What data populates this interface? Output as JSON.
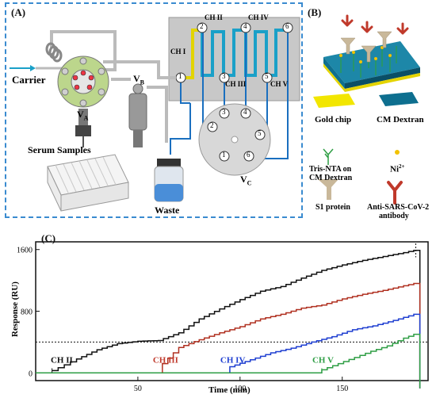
{
  "panel_a": {
    "label": "(A)",
    "carrier": "Carrier",
    "serum": "Serum Samples",
    "waste": "Waste",
    "va": "V",
    "va_sub": "A",
    "vb": "V",
    "vb_sub": "B",
    "vc": "V",
    "vc_sub": "C",
    "channels": [
      "CH I",
      "CH II",
      "CH III",
      "CH IV",
      "CH V"
    ],
    "port_numbers": [
      "1",
      "2",
      "3",
      "4",
      "5",
      "6"
    ]
  },
  "panel_b": {
    "label": "(B)",
    "legend": {
      "gold_chip": "Gold chip",
      "cm_dextran": "CM Dextran",
      "tris_nta_1": "Tris-NTA on",
      "tris_nta_2": "CM Dextran",
      "ni": "Ni",
      "ni_sup": "2+",
      "s1": "S1 protein",
      "antibody_1": "Anti-SARS-CoV-2",
      "antibody_2": "antibody"
    },
    "colors": {
      "gold": "#f2e600",
      "dextran": "#0e6f8f",
      "antibody": "#c0392b",
      "tris_nta": "#2e9e44",
      "s1": "#c9b89a",
      "ni": "#f2c200"
    }
  },
  "panel_c": {
    "label": "(C)",
    "ylabel": "Response (RU)",
    "xlabel": "Time (min)",
    "annotations": [
      {
        "text": "CH II",
        "color": "#111111"
      },
      {
        "text": "CH III",
        "color": "#c0392b"
      },
      {
        "text": "CH IV",
        "color": "#1f3fd1"
      },
      {
        "text": "CH V",
        "color": "#2e9e44"
      }
    ]
  },
  "chart_data": {
    "type": "line",
    "xlabel": "Time (min)",
    "ylabel": "Response (RU)",
    "xlim": [
      0,
      192
    ],
    "ylim": [
      -100,
      1700
    ],
    "xticks": [
      50,
      100,
      150
    ],
    "yticks": [
      0,
      800,
      1600
    ],
    "threshold": 400,
    "series": [
      {
        "name": "CH II",
        "color": "#111111",
        "x": [
          8,
          20,
          30,
          40,
          50,
          60,
          70,
          80,
          90,
          100,
          110,
          120,
          130,
          140,
          150,
          160,
          170,
          180,
          185,
          188
        ],
        "y": [
          30,
          180,
          300,
          380,
          410,
          420,
          520,
          700,
          830,
          950,
          1060,
          1120,
          1230,
          1330,
          1400,
          1460,
          1510,
          1560,
          1590,
          -200
        ]
      },
      {
        "name": "CH III",
        "color": "#b03020",
        "x": [
          0,
          60,
          62,
          70,
          80,
          90,
          100,
          110,
          120,
          130,
          140,
          150,
          160,
          170,
          180,
          185,
          188
        ],
        "y": [
          0,
          0,
          120,
          330,
          430,
          520,
          600,
          700,
          760,
          840,
          880,
          960,
          1020,
          1070,
          1130,
          1160,
          -200
        ]
      },
      {
        "name": "CH IV",
        "color": "#1f3fd1",
        "x": [
          0,
          92,
          95,
          105,
          115,
          125,
          135,
          145,
          155,
          165,
          175,
          185,
          188
        ],
        "y": [
          0,
          0,
          80,
          170,
          260,
          320,
          400,
          470,
          560,
          610,
          680,
          760,
          -200
        ]
      },
      {
        "name": "CH V",
        "color": "#2e9e44",
        "x": [
          0,
          136,
          140,
          148,
          156,
          164,
          172,
          180,
          185,
          188
        ],
        "y": [
          0,
          0,
          40,
          120,
          200,
          280,
          350,
          450,
          500,
          -200
        ]
      }
    ],
    "highlight_colors": [
      "#f5c6d3",
      "#f5c6d3",
      "#cfe6cf"
    ]
  }
}
